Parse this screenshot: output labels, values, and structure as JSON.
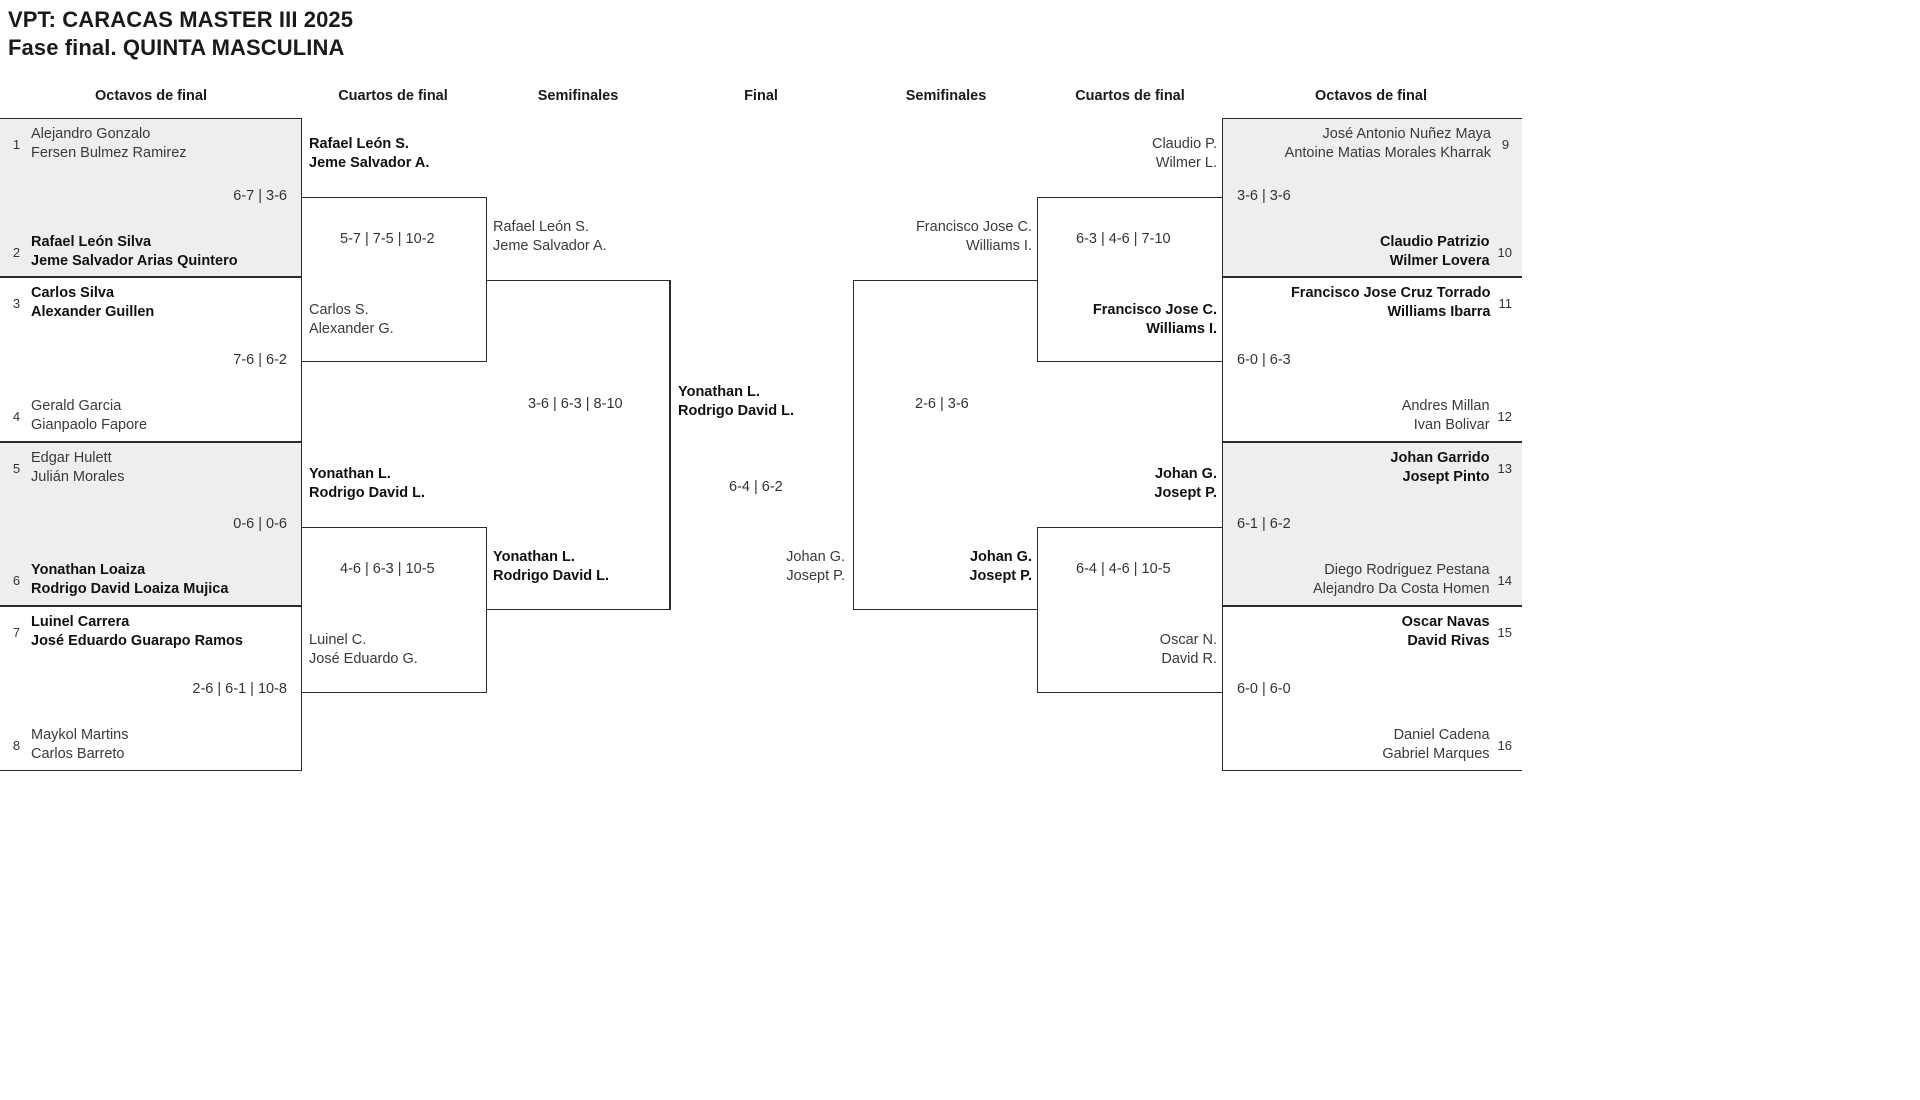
{
  "header": {
    "title_line1": "VPT: CARACAS MASTER III 2025",
    "title_line2": "Fase final. QUINTA MASCULINA"
  },
  "round_headers": [
    {
      "label": "Octavos de final"
    },
    {
      "label": "Cuartos de final"
    },
    {
      "label": "Semifinales"
    },
    {
      "label": "Final"
    },
    {
      "label": "Semifinales"
    },
    {
      "label": "Cuartos de final"
    },
    {
      "label": "Octavos de final"
    }
  ],
  "bracket": {
    "left": {
      "octavos": [
        {
          "seed_top": "1",
          "top_p1": "Alejandro Gonzalo",
          "top_p2": "Fersen Bulmez Ramirez",
          "top_winner": false,
          "score": "6-7 | 3-6",
          "seed_bottom": "2",
          "bottom_p1": "Rafael León Silva",
          "bottom_p2": "Jeme Salvador Arias Quintero",
          "bottom_winner": true
        },
        {
          "seed_top": "3",
          "top_p1": "Carlos Silva",
          "top_p2": "Alexander Guillen",
          "top_winner": true,
          "score": "7-6 | 6-2",
          "seed_bottom": "4",
          "bottom_p1": "Gerald Garcia",
          "bottom_p2": "Gianpaolo Fapore",
          "bottom_winner": false
        },
        {
          "seed_top": "5",
          "top_p1": "Edgar Hulett",
          "top_p2": "Julián Morales",
          "top_winner": false,
          "score": "0-6 | 0-6",
          "seed_bottom": "6",
          "bottom_p1": "Yonathan Loaiza",
          "bottom_p2": "Rodrigo David Loaiza Mujica",
          "bottom_winner": true
        },
        {
          "seed_top": "7",
          "top_p1": "Luinel Carrera",
          "top_p2": "José Eduardo Guarapo Ramos",
          "top_winner": true,
          "score": "2-6 | 6-1 | 10-8",
          "seed_bottom": "8",
          "bottom_p1": "Maykol Martins",
          "bottom_p2": "Carlos Barreto",
          "bottom_winner": false
        }
      ],
      "cuartos": [
        {
          "top_p1": "Rafael León S.",
          "top_p2": "Jeme Salvador A.",
          "top_winner": true,
          "score": "5-7 | 7-5 | 10-2",
          "bottom_p1": "Carlos S.",
          "bottom_p2": "Alexander G.",
          "bottom_winner": false
        },
        {
          "top_p1": "Yonathan L.",
          "top_p2": "Rodrigo David L.",
          "top_winner": true,
          "score": "4-6 | 6-3 | 10-5",
          "bottom_p1": "Luinel C.",
          "bottom_p2": "José Eduardo G.",
          "bottom_winner": false
        }
      ],
      "semifinal": {
        "top_p1": "Rafael León S.",
        "top_p2": "Jeme Salvador A.",
        "top_winner": false,
        "score": "3-6 | 6-3 | 8-10",
        "bottom_p1": "Yonathan L.",
        "bottom_p2": "Rodrigo David L.",
        "bottom_winner": true
      }
    },
    "final": {
      "champion_p1": "Yonathan L.",
      "champion_p2": "Rodrigo David L.",
      "score": "6-4 | 6-2",
      "runnerup_p1": "Johan G.",
      "runnerup_p2": "Josept P."
    },
    "right": {
      "octavos": [
        {
          "seed_top": "9",
          "top_p1": "José Antonio Nuñez Maya",
          "top_p2": "Antoine Matias Morales Kharrak",
          "top_winner": false,
          "score": "3-6 | 3-6",
          "seed_bottom": "10",
          "bottom_p1": "Claudio Patrizio",
          "bottom_p2": "Wilmer Lovera",
          "bottom_winner": true
        },
        {
          "seed_top": "11",
          "top_p1": "Francisco Jose Cruz Torrado",
          "top_p2": "Williams Ibarra",
          "top_winner": true,
          "score": "6-0 | 6-3",
          "seed_bottom": "12",
          "bottom_p1": "Andres Millan",
          "bottom_p2": "Ivan Bolivar",
          "bottom_winner": false
        },
        {
          "seed_top": "13",
          "top_p1": "Johan Garrido",
          "top_p2": "Josept Pinto",
          "top_winner": true,
          "score": "6-1 | 6-2",
          "seed_bottom": "14",
          "bottom_p1": "Diego Rodriguez Pestana",
          "bottom_p2": "Alejandro Da Costa Homen",
          "bottom_winner": false
        },
        {
          "seed_top": "15",
          "top_p1": "Oscar Navas",
          "top_p2": "David Rivas",
          "top_winner": true,
          "score": "6-0 | 6-0",
          "seed_bottom": "16",
          "bottom_p1": "Daniel Cadena",
          "bottom_p2": "Gabriel Marques",
          "bottom_winner": false
        }
      ],
      "cuartos": [
        {
          "top_p1": "Claudio P.",
          "top_p2": "Wilmer L.",
          "top_winner": false,
          "score": "6-3 | 4-6 | 7-10",
          "bottom_p1": "Francisco Jose C.",
          "bottom_p2": "Williams I.",
          "bottom_winner": true
        },
        {
          "top_p1": "Johan G.",
          "top_p2": "Josept P.",
          "top_winner": true,
          "score": "6-4 | 4-6 | 10-5",
          "bottom_p1": "Oscar N.",
          "bottom_p2": "David R.",
          "bottom_winner": false
        }
      ],
      "semifinal": {
        "top_p1": "Francisco Jose C.",
        "top_p2": "Williams I.",
        "top_winner": false,
        "score": "2-6 | 3-6",
        "bottom_p1": "Johan G.",
        "bottom_p2": "Josept P.",
        "bottom_winner": true
      }
    }
  }
}
